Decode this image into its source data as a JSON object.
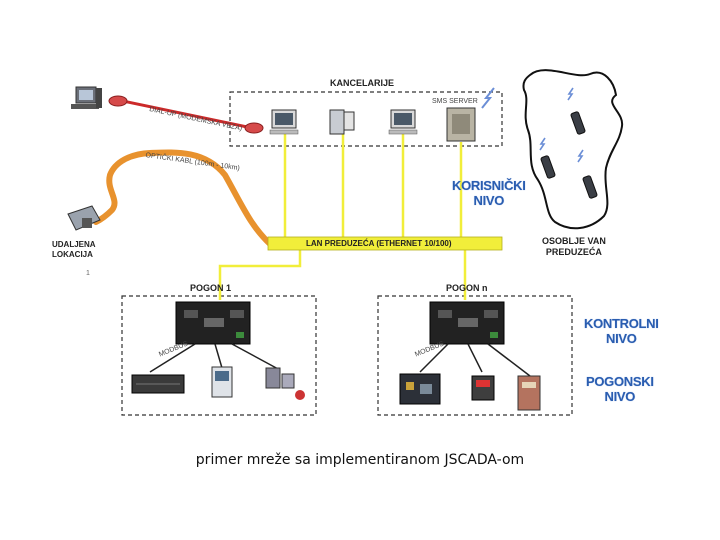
{
  "labels": {
    "offices": "KANCELARIJE",
    "sms_server": "SMS SERVER",
    "remote_location": [
      "UDALJENA",
      "LOKACIJA"
    ],
    "lan": "LAN PREDUZEĆA (ETHERNET 10/100)",
    "plant_1": "POGON 1",
    "plant_n": "POGON n",
    "staff": [
      "OSOBLJE VAN",
      "PREDUZEĆA"
    ],
    "user_level": [
      "KORISNIČKI",
      "NIVO"
    ],
    "control_level": [
      "KONTROLNI",
      "NIVO"
    ],
    "plant_level": [
      "POGONSKI",
      "NIVO"
    ],
    "dialup_link": "DIAL-UP (MODEMSKA VEZA)",
    "fiber_link": "OPTIČKI KABL (100m - 10km)",
    "modbus_1": "MODBUS",
    "modbus_n": "MODBUS",
    "stray_mark": "1"
  },
  "caption": "primer mreže sa implementiranom JSCADA-om",
  "colors": {
    "lan": "#f1ee3a",
    "fiber": "#e8922e",
    "dialup": "#cc2a2a",
    "level_text": "#2a5db0"
  }
}
